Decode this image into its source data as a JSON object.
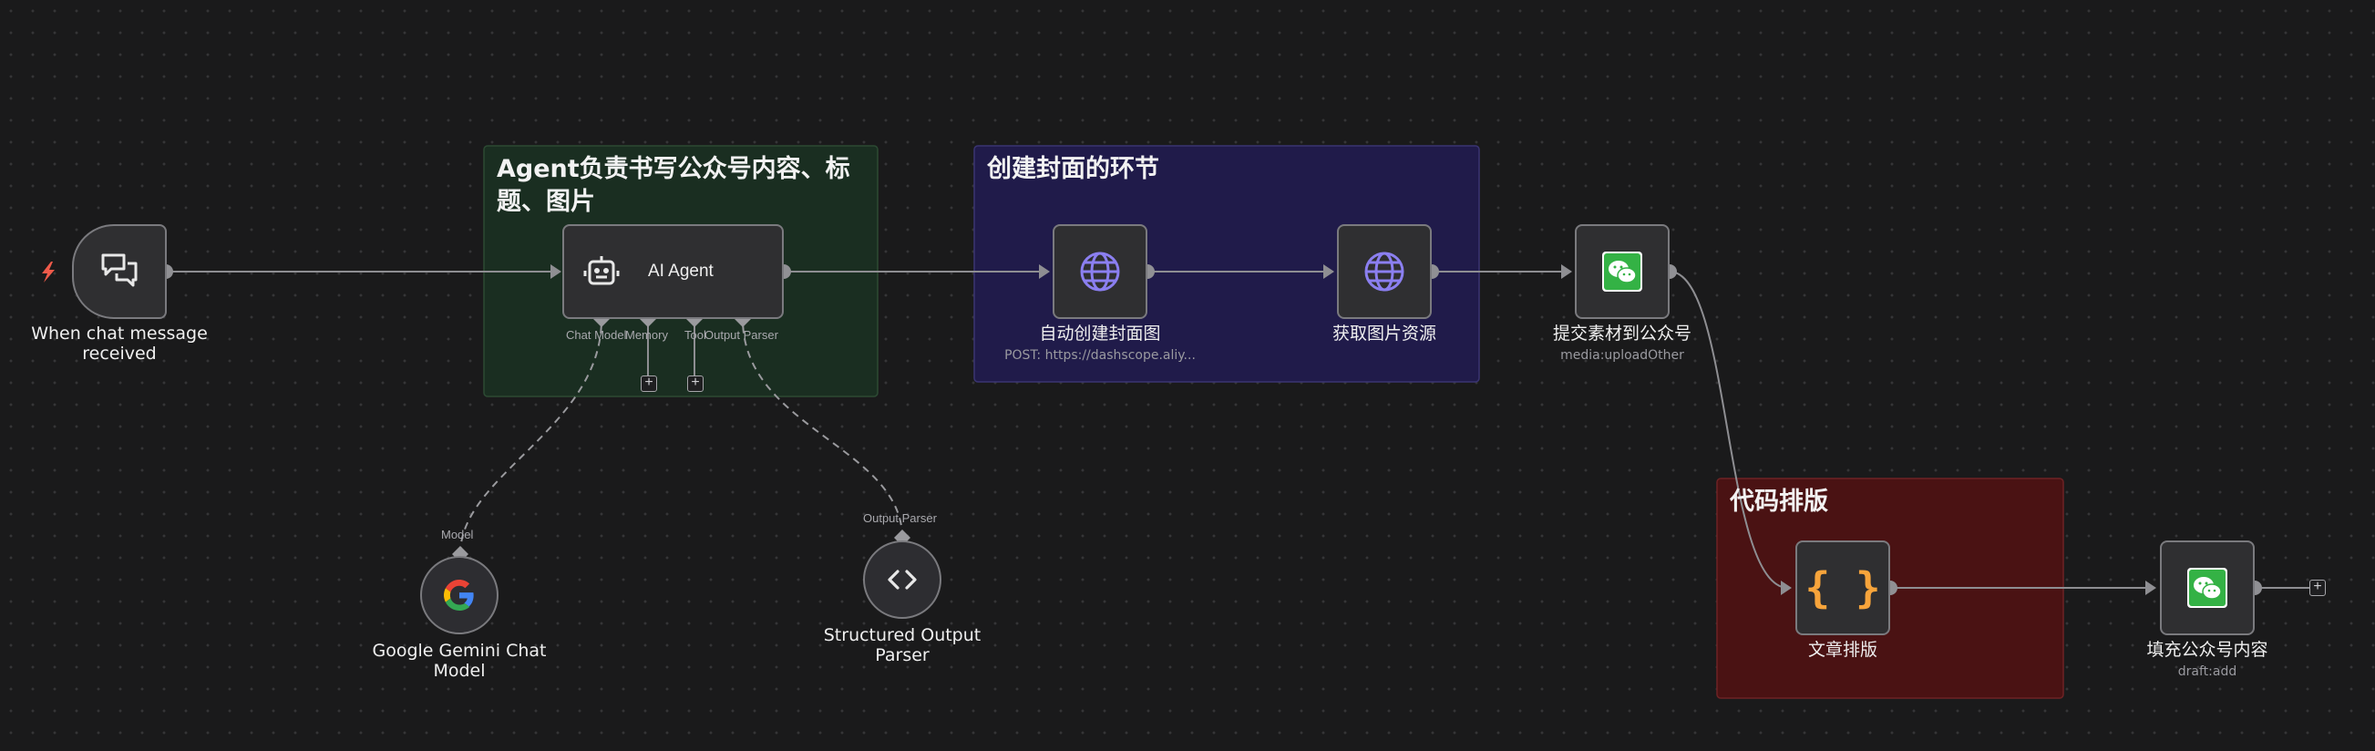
{
  "colors": {
    "canvas_bg": "#1a1a1b",
    "connection": "#8e8e92",
    "sticky_green": "#1a2e21",
    "sticky_purple": "#201b4a",
    "sticky_red": "#4a1213",
    "globe": "#8b7ff0",
    "code_braces": "#f7a43b",
    "trigger_bolt": "#ef5a4a",
    "wechat_green": "#34b245"
  },
  "sticky_notes": {
    "agent": {
      "title": "Agent负责书写公众号内容、标题、图片"
    },
    "cover": {
      "title": "创建封面的环节"
    },
    "code": {
      "title": "代码排版"
    }
  },
  "nodes": {
    "trigger": {
      "label": "When chat message received",
      "icon": "chat-bubbles-icon"
    },
    "agent": {
      "label": "AI Agent",
      "icon": "robot-icon",
      "ports": {
        "chat_model": "Chat Model",
        "memory": "Memory",
        "tool": "Tool",
        "output_parser": "Output Parser"
      }
    },
    "gemini": {
      "label": "Google Gemini Chat Model",
      "port_label": "Model",
      "icon": "google-icon"
    },
    "parser": {
      "label": "Structured Output Parser",
      "port_label": "Output Parser",
      "icon": "code-brackets-icon"
    },
    "create_cover": {
      "label": "自动创建封面图",
      "sub": "POST: https://dashscope.aliy...",
      "icon": "globe-icon"
    },
    "get_image": {
      "label": "获取图片资源",
      "icon": "globe-icon"
    },
    "upload": {
      "label": "提交素材到公众号",
      "sub": "media:uploadOther",
      "icon": "wechat-icon"
    },
    "code": {
      "label": "文章排版",
      "icon": "curly-braces-icon"
    },
    "fill": {
      "label": "填充公众号内容",
      "sub": "draft:add",
      "icon": "wechat-icon"
    }
  },
  "plus_symbol": "+",
  "braces_text": "{ }"
}
